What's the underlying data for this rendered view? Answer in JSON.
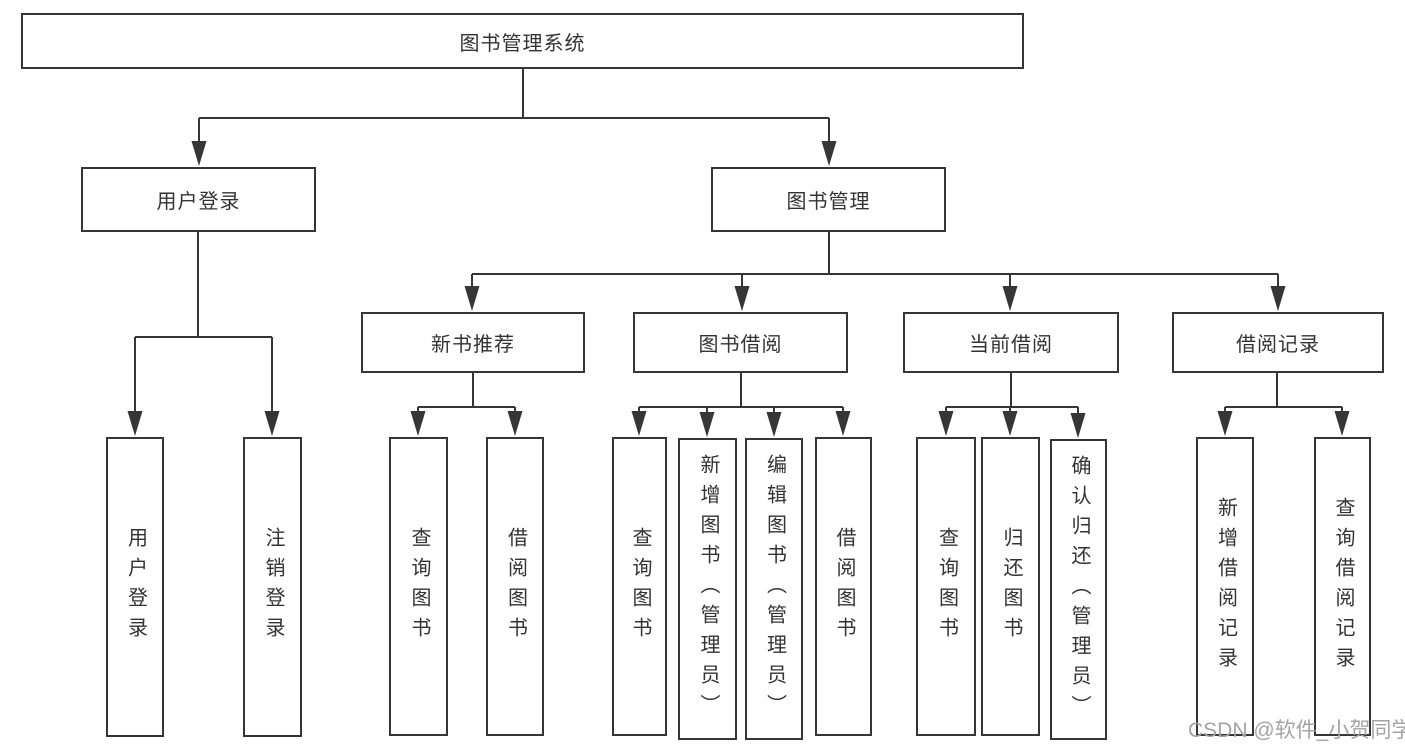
{
  "diagram": {
    "root": "图书管理系统",
    "branches": {
      "user_login": {
        "label": "用户登录",
        "children": [
          "用户登录",
          "注销登录"
        ]
      },
      "book_mgmt": {
        "label": "图书管理"
      }
    },
    "modules": [
      {
        "label": "新书推荐",
        "children": [
          "查询图书",
          "借阅图书"
        ]
      },
      {
        "label": "图书借阅",
        "children": [
          "查询图书",
          "新增图书（管理员）",
          "编辑图书（管理员）",
          "借阅图书"
        ]
      },
      {
        "label": "当前借阅",
        "children": [
          "查询图书",
          "归还图书",
          "确认归还（管理员）"
        ]
      },
      {
        "label": "借阅记录",
        "children": [
          "新增借阅记录",
          "查询借阅记录"
        ]
      }
    ],
    "watermark": "CSDN @软件_小贺同学",
    "colors": {
      "line": "#363636",
      "text": "#333333",
      "watermark": "#a3a3a3",
      "background": "#ffffff"
    }
  }
}
